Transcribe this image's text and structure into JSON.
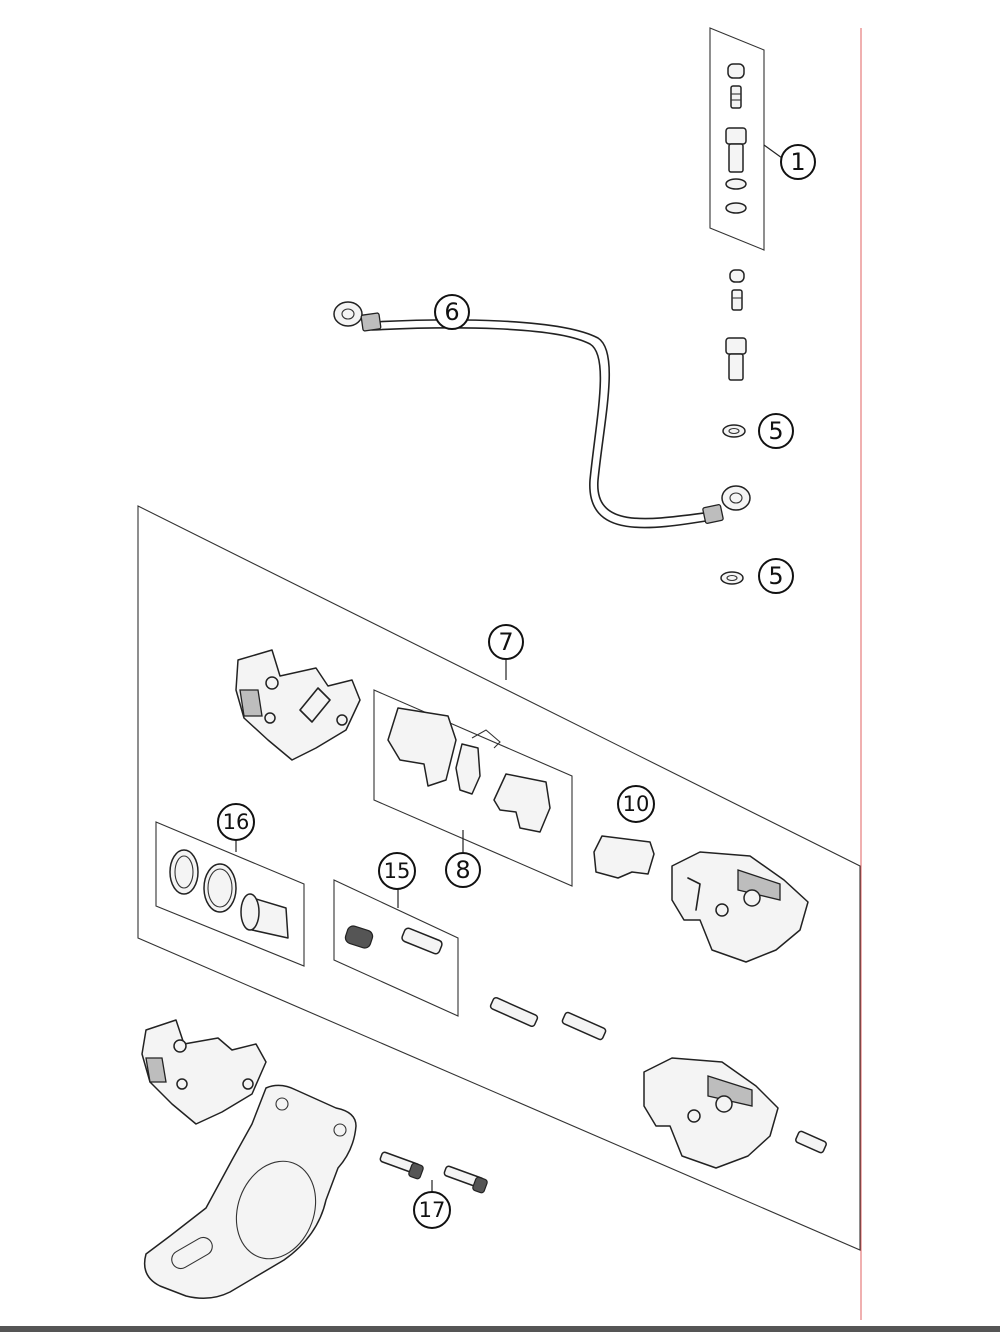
{
  "diagram": {
    "callouts": [
      {
        "label": "1"
      },
      {
        "label": "6"
      },
      {
        "label": "5"
      },
      {
        "label": "5"
      },
      {
        "label": "7"
      },
      {
        "label": "10"
      },
      {
        "label": "16"
      },
      {
        "label": "15"
      },
      {
        "label": "8"
      },
      {
        "label": "17"
      }
    ],
    "parts": [
      "bleeder-kit-panel",
      "brake-hose",
      "banjo-bolt",
      "sealing-washer",
      "caliper-assembly-panel",
      "caliper-support",
      "brake-pad-set-panel",
      "pad-retainer-plate",
      "caliper-body",
      "piston-seal-kit-panel",
      "guide-pin-kit-panel",
      "guide-pins",
      "caliper-bracket",
      "brake-disc-guard",
      "mounting-bolts"
    ],
    "colors": {
      "line": "#222222",
      "border_line": "#e06060",
      "bottom_bar": "#555555"
    }
  }
}
